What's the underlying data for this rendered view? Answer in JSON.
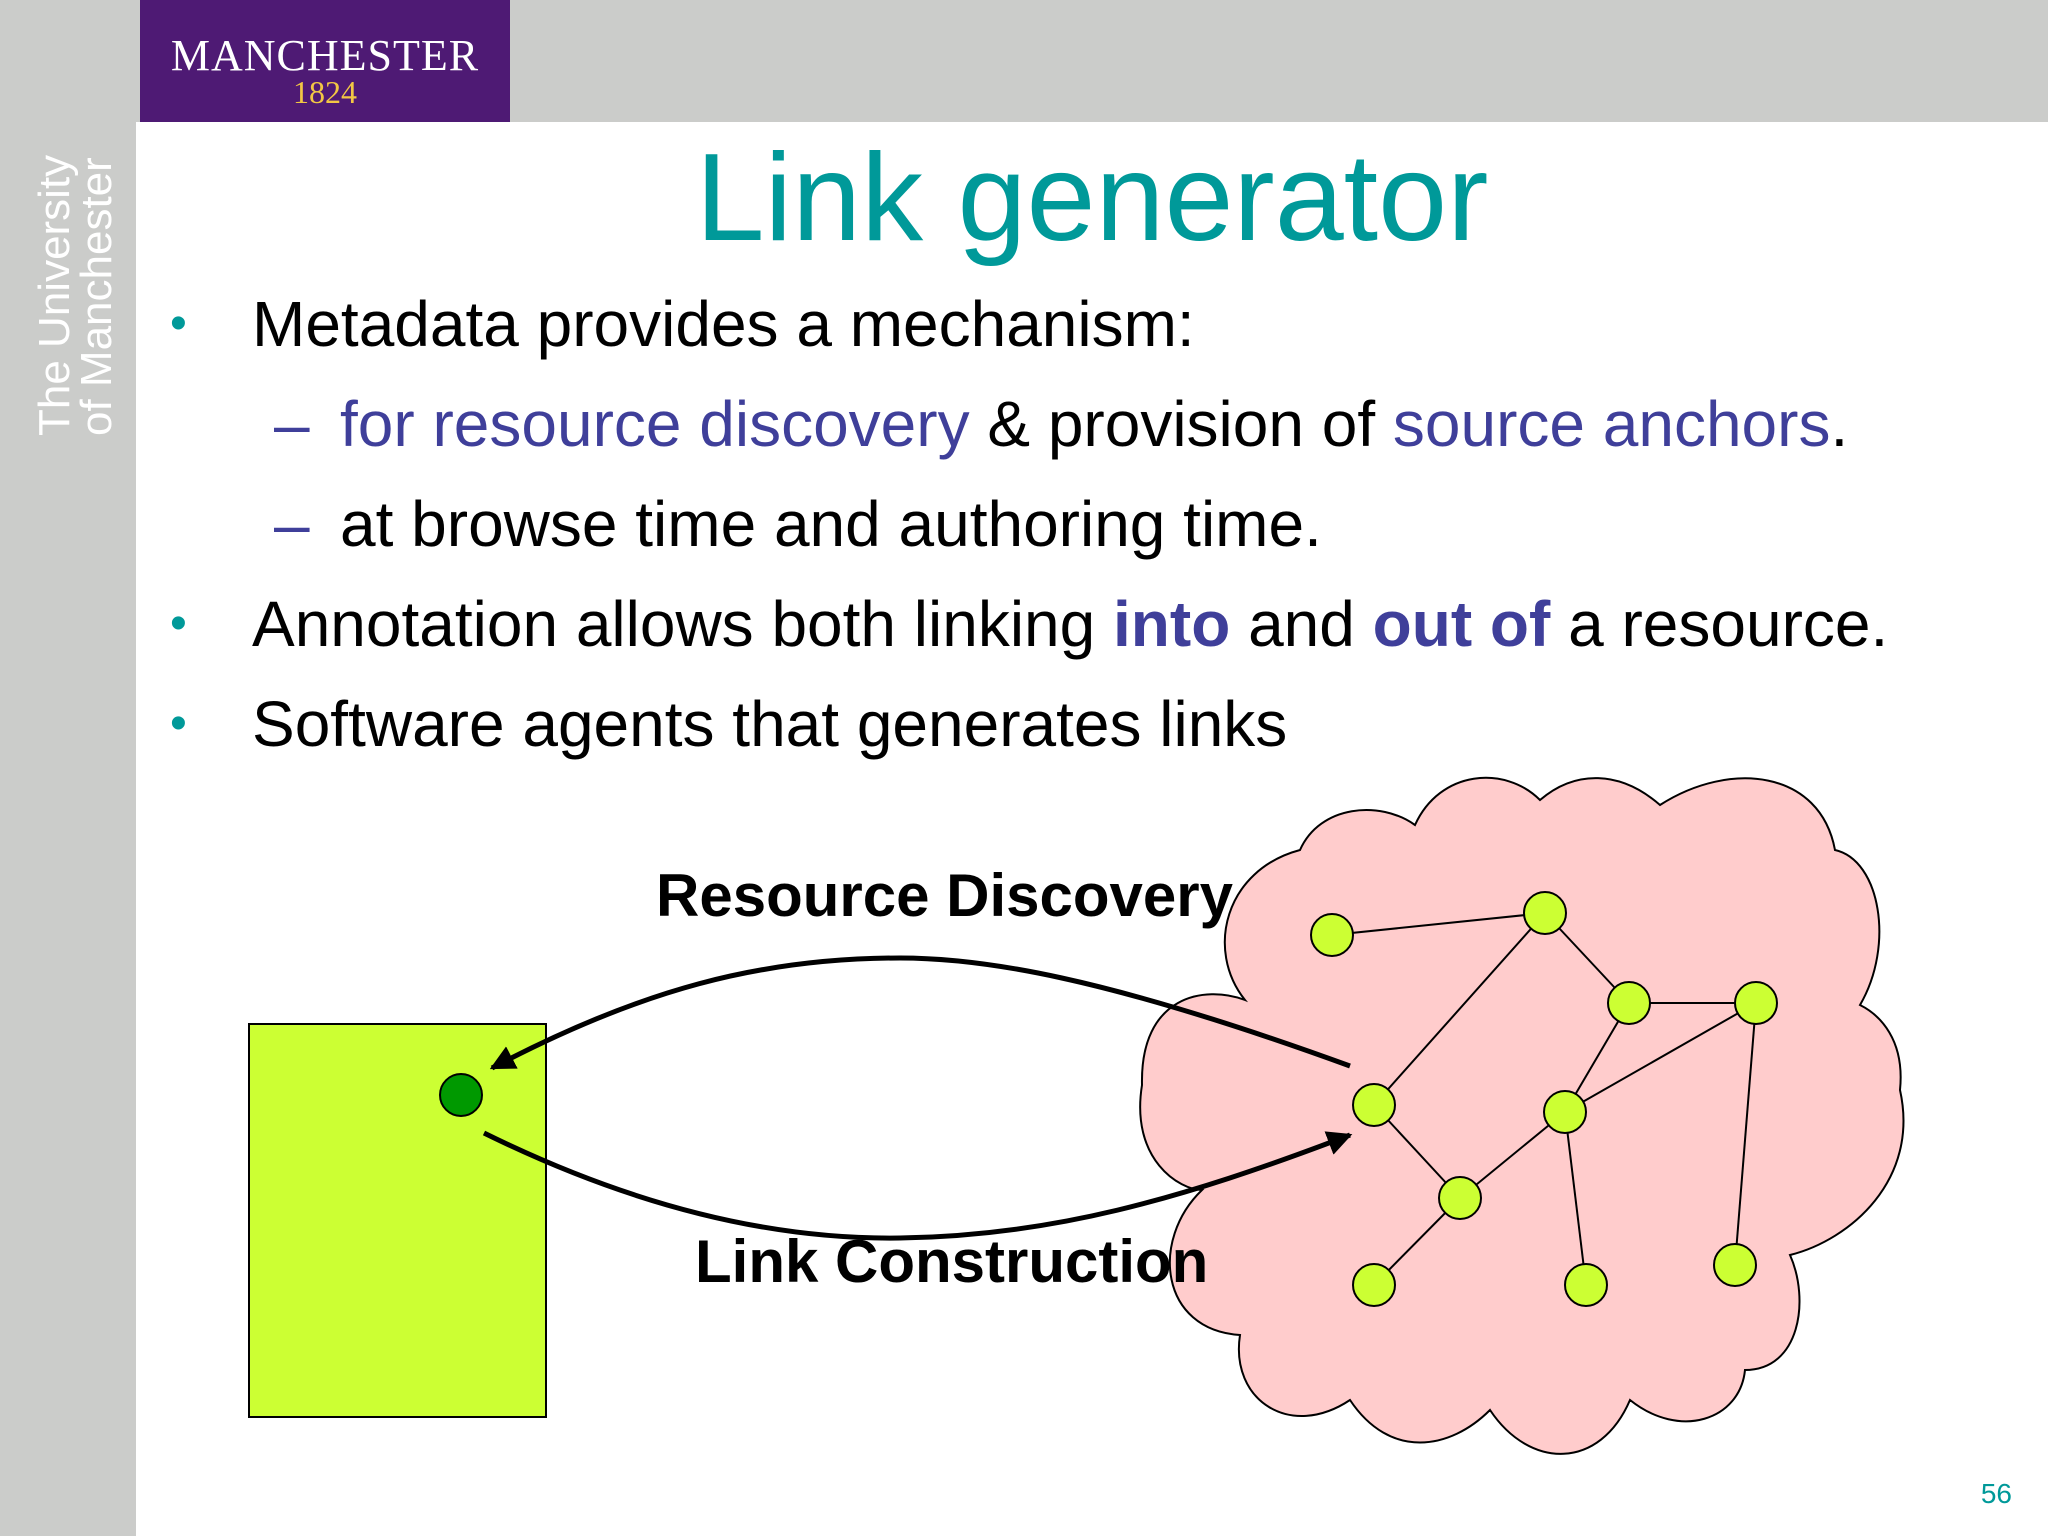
{
  "branding": {
    "name": "MANCHESTER",
    "year": "1824",
    "vertical_line1": "The University",
    "vertical_line2": "of Manchester"
  },
  "slide": {
    "title": "Link generator",
    "page_number": "56"
  },
  "bullets": {
    "b1": "Metadata provides a mechanism:",
    "b1_sub1": {
      "part1": "for resource discovery",
      "part2": " & provision of ",
      "part3": "source anchors",
      "part4": "."
    },
    "b1_sub2": "at browse time and authoring time.",
    "b2": {
      "part1": "Annotation allows both linking ",
      "part2": "into",
      "part3": " and ",
      "part4": "out of",
      "part5": " a resource."
    },
    "b3": "Software agents that generates links",
    "bullet_glyph": "•",
    "dash_glyph": "–"
  },
  "diagram": {
    "label_top": "Resource Discovery",
    "label_bottom": "Link Construction",
    "colors": {
      "document": "#ccff33",
      "anchor": "#009900",
      "cloud": "#ffcccc",
      "node": "#ccff33"
    }
  }
}
